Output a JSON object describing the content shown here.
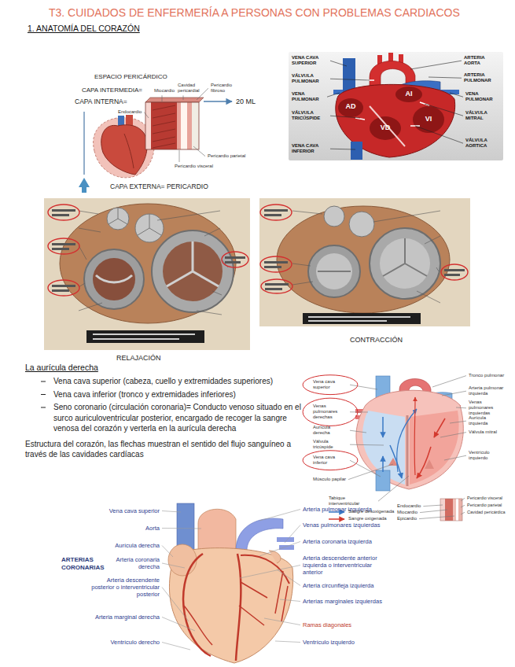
{
  "diagram": {
    "title": "T3. CUIDADOS DE ENFERMERÍA A PERSONAS CON PROBLEMAS CARDIACOS",
    "labels": [
      "1. ANATOMÍA DEL CORAZÓN",
      "ESPACIO PERICÁRDICO",
      "CAPA INTERMEDIA=",
      "Miocardio",
      "Cavidad pericardial",
      "Pericardio fibroso",
      "CAPA INTERNA=",
      "Endocardio",
      "20 ML",
      "Pericardio parietal",
      "Pericardio visceral",
      "CAPA EXTERNA= PERICARDIO",
      "VENA CAVA SUPERIOR",
      "ARTERIA AORTA",
      "VÁLVULA PULMONAR",
      "ARTERIA PULMONAR",
      "VENA PULMONAR",
      "AD",
      "AI",
      "VENA PULMONAR",
      "VÁLVULA TRICÚSPIDE",
      "VD",
      "VI",
      "VÁLVULA MITRAL",
      "VENA CAVA INFERIOR",
      "VÁLVULA AORTICA",
      "RELAJACIÓN",
      "CONTRACCIÓN",
      "La aurícula derecha",
      "Vena cava superior (cabeza, cuello y extremidades superiores)",
      "Vena cava inferior (tronco y extremidades inferiores)",
      "Seno coronario (circulación coronaria)= Conducto venoso situado en el surco auriculoventricular posterior, encargado de recoger la sangre venosa del corazón y verterla en la aurícula derecha",
      "Estructura del corazón, las flechas muestran el sentido del flujo sanguíneo a través de las cavidades cardíacas",
      "Vena cava superior",
      "Venas pulmonares derechas",
      "Aurícula derecha",
      "Válvula tricúspide",
      "Vena cava inferior",
      "Músculo papilar",
      "Tronco pulmonar",
      "Arteria pulmonar izquierda",
      "Venas pulmonares izquierdas",
      "Aurícula izquierda",
      "Válvula mitral",
      "Ventrículo izquierdo",
      "Tabique interventricular",
      "Endocardio",
      "Miocardio",
      "Epicardio",
      "Pericardio visceral",
      "Pericardio parietal",
      "Cavidad pericárdica",
      "ARTERIAS CORONARIAS",
      "Vena cava superior",
      "Aorta",
      "Aurícula derecha",
      "Arteria coronaria derecha",
      "Arteria descendente posterior o interventricular posterior",
      "Arteria marginal derecha",
      "Ventrículo derecho",
      "Arteria pulmonar izquierda",
      "Venas pulmonares izquierdas",
      "Arteria coronaria izquierda",
      "Arteria descendente anterior izquierda o interventricular anterior",
      "Arteria circunfleja izquierda",
      "Arterias marginales izquierdas",
      "Ramas diagonales",
      "Ventrículo izquierdo"
    ],
    "legend": [
      {
        "text": "Sangre desoxigenada"
      },
      {
        "text": "Sangre oxigenada"
      }
    ]
  }
}
